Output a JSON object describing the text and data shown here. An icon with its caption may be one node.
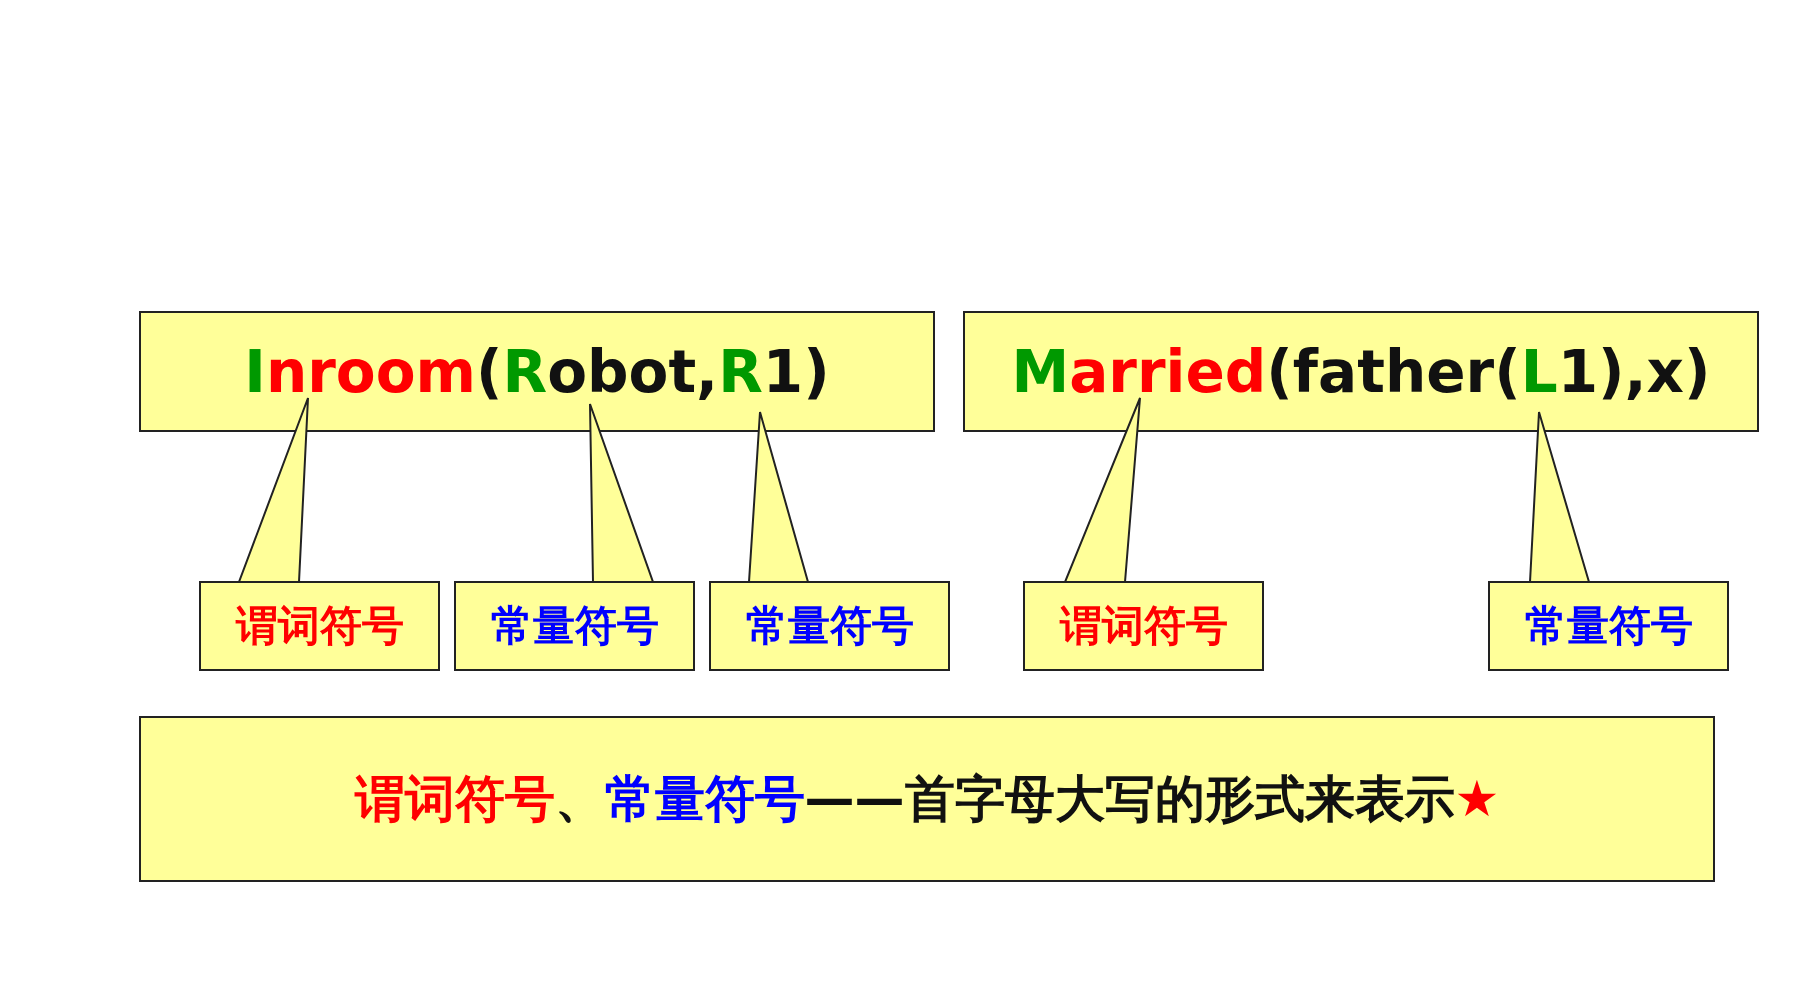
{
  "diagram": {
    "nodes": [
      {
        "text": [
          "Inroom(Robot,R1)"
        ]
      },
      {
        "text": [
          "Married(father(L1),x)"
        ]
      },
      {
        "text": [
          "谓词符号"
        ]
      },
      {
        "text": [
          "常量符号"
        ]
      },
      {
        "text": [
          "常量符号"
        ]
      },
      {
        "text": [
          "谓词符号"
        ]
      },
      {
        "text": [
          "常量符号"
        ]
      },
      {
        "text": [
          "谓词符号、常量符号——首字母大写的形式来表示★"
        ]
      }
    ],
    "edges": [
      {
        "from": 2,
        "to": null,
        "arrow": "to"
      },
      {
        "from": 3,
        "to": null,
        "arrow": "to"
      },
      {
        "from": 4,
        "to": null,
        "arrow": "to"
      },
      {
        "from": 5,
        "to": null,
        "arrow": "to"
      },
      {
        "from": 6,
        "to": null,
        "arrow": "to"
      }
    ]
  }
}
